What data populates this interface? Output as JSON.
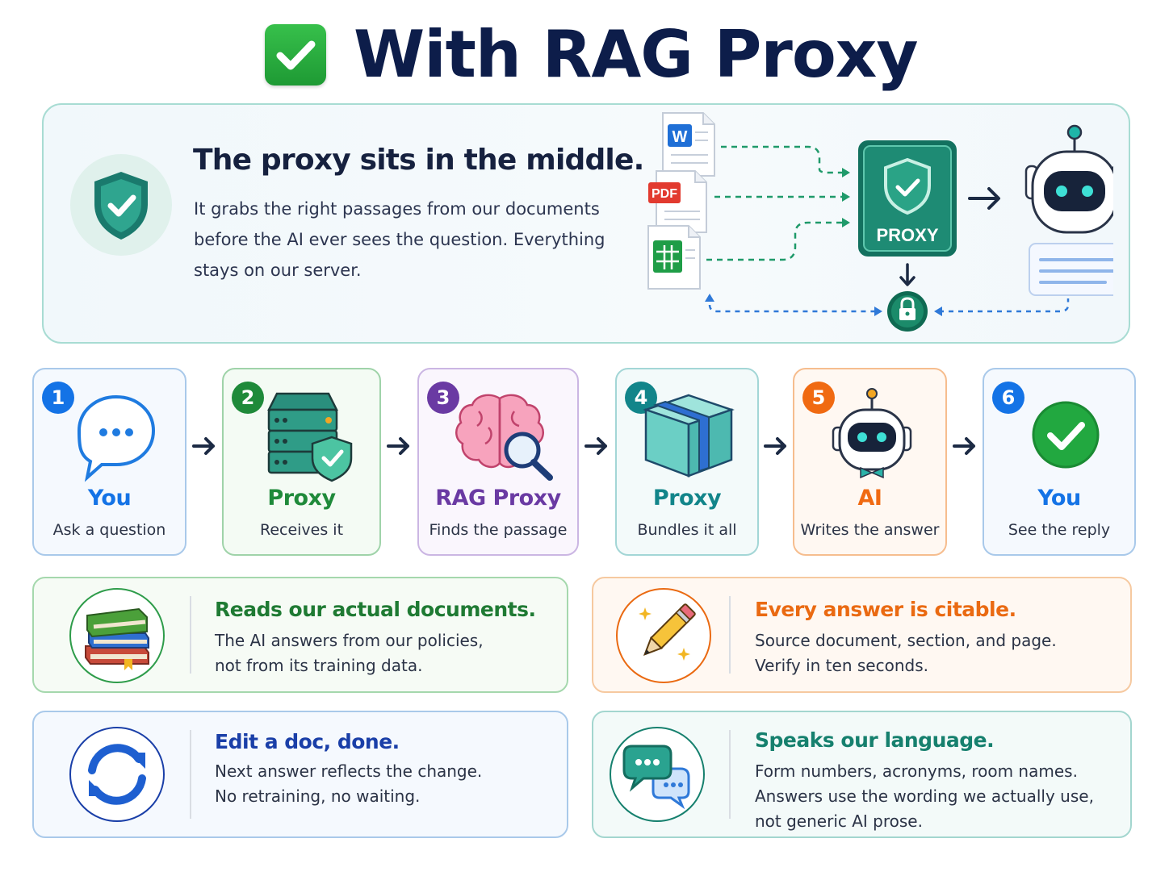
{
  "title": "With RAG Proxy",
  "hero": {
    "heading": "The proxy sits in the middle.",
    "body": "It grabs the right passages from our documents before the AI ever sees the question. Everything stays on our server.",
    "doc_labels": {
      "word": "W",
      "pdf": "PDF"
    },
    "proxy_label": "PROXY"
  },
  "steps": [
    {
      "num": "1",
      "title": "You",
      "subtitle": "Ask a question",
      "color": "#1473e6"
    },
    {
      "num": "2",
      "title": "Proxy",
      "subtitle": "Receives it",
      "color": "#1f8a3a"
    },
    {
      "num": "3",
      "title": "RAG Proxy",
      "subtitle": "Finds the passage",
      "color": "#6a3aa3"
    },
    {
      "num": "4",
      "title": "Proxy",
      "subtitle": "Bundles it all",
      "color": "#12858a"
    },
    {
      "num": "5",
      "title": "AI",
      "subtitle": "Writes the answer",
      "color": "#f06a12"
    },
    {
      "num": "6",
      "title": "You",
      "subtitle": "See the reply",
      "color": "#1473e6"
    }
  ],
  "features": [
    {
      "title": "Reads our actual documents.",
      "body": "The AI answers from our policies, not from its training data.",
      "color": "#1f7a33"
    },
    {
      "title": "Every answer is citable.",
      "body": "Source document, section, and page. Verify in ten seconds.",
      "color": "#ea6a12"
    },
    {
      "title": "Edit a doc, done.",
      "body": "Next answer reflects the change. No retraining, no waiting.",
      "color": "#1a3fa8"
    },
    {
      "title": "Speaks our language.",
      "body": "Form numbers, acronyms, room names. Answers use the wording we actually use, not generic AI prose.",
      "color": "#16806e"
    }
  ]
}
